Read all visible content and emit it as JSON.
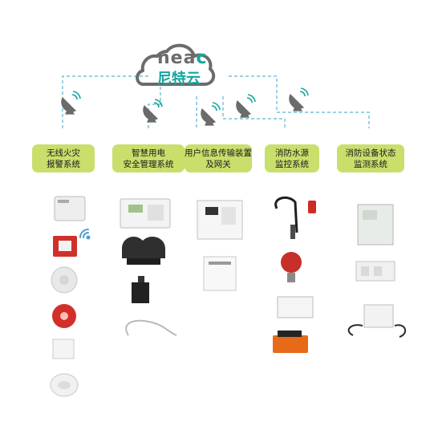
{
  "logo": {
    "brand_latin": "nea",
    "brand_accent": "c",
    "brand_chinese": "尼特云"
  },
  "colors": {
    "accent_green": "#c8df6b",
    "group_border": "#e9ef2a",
    "connector": "#5ab4d6",
    "logo_gray": "#6b6b6b",
    "logo_teal": "#14a6a0"
  },
  "systems": [
    {
      "line1": "无线火灾",
      "line2": "报警系统"
    },
    {
      "line1": "智慧用电",
      "line2": "安全管理系统"
    },
    {
      "line1": "用户信息传输装置",
      "line2": "及网关"
    },
    {
      "line1": "消防水源",
      "line2": "监控系统"
    },
    {
      "line1": "消防设备状态",
      "line2": "监测系统"
    }
  ],
  "devices": {
    "fire": [
      "gateway-box",
      "manual-call-point",
      "smoke-detector",
      "red-alarm",
      "module-box",
      "detector-base"
    ],
    "power": [
      "control-panel",
      "current-transformer",
      "sensor-clamp",
      "temperature-probe"
    ],
    "transmission": [
      "transmission-cabinet",
      "gateway-module"
    ],
    "water": [
      "level-sensor",
      "pressure-gauge",
      "junction-box",
      "rtu-unit"
    ],
    "equipment": [
      "monitoring-cabinet",
      "relay-module",
      "status-sensor"
    ]
  }
}
